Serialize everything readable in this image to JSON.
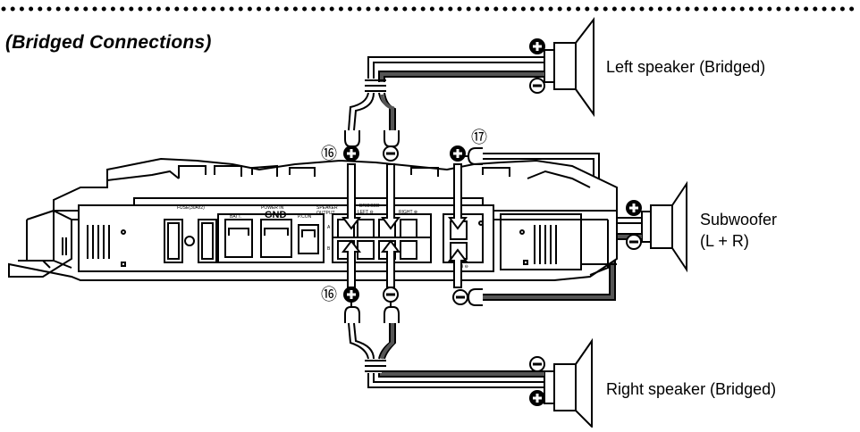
{
  "title": "(Bridged Connections)",
  "labels": {
    "left_speaker": "Left speaker (Bridged)",
    "subwoofer_line1": "Subwoofer",
    "subwoofer_line2": "(L + R)",
    "right_speaker": "Right speaker (Bridged)"
  },
  "callouts": {
    "speaker_terminal": "⑯",
    "sub_terminal": "⑰"
  },
  "amp_labels": {
    "fuse": "FUSE(30Ax2)",
    "power_in": "POWER IN",
    "batt": "BATT.",
    "gnd": "GND",
    "pcon": "P.CON",
    "speaker_output_1": "SPEAKER",
    "speaker_output_2": "OUTPUT",
    "bridged": "BRIDGED",
    "left_minus": "LEFT ⊖",
    "right_plus": "RIGHT ⊕",
    "ch_a": "A",
    "ch_b": "B",
    "sub": "SUB ⊖"
  },
  "colors": {
    "line": "#000000",
    "wire_fill": "#555555",
    "background": "#ffffff"
  }
}
